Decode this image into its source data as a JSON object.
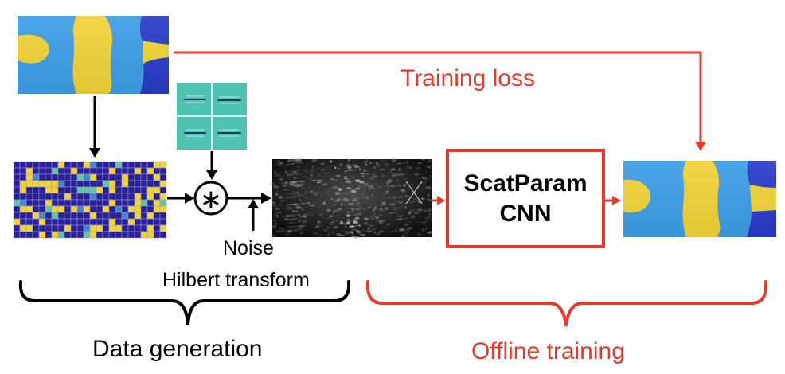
{
  "labels": {
    "training_loss": "Training loss",
    "noise": "Noise",
    "hilbert": "Hilbert transform",
    "data_generation": "Data generation",
    "offline_training": "Offline training"
  },
  "cnn": {
    "line1": "ScatParam",
    "line2": "CNN"
  },
  "convolution_symbol": "∗",
  "colors": {
    "accent_red": "#e8392b",
    "black": "#000000",
    "field_blue": "#3d9ee6",
    "field_yellow": "#f2d338",
    "field_dark_blue": "#2a3bc8",
    "filter_teal": "#4fc2b2",
    "grid_navy": "#2b1f9e"
  }
}
